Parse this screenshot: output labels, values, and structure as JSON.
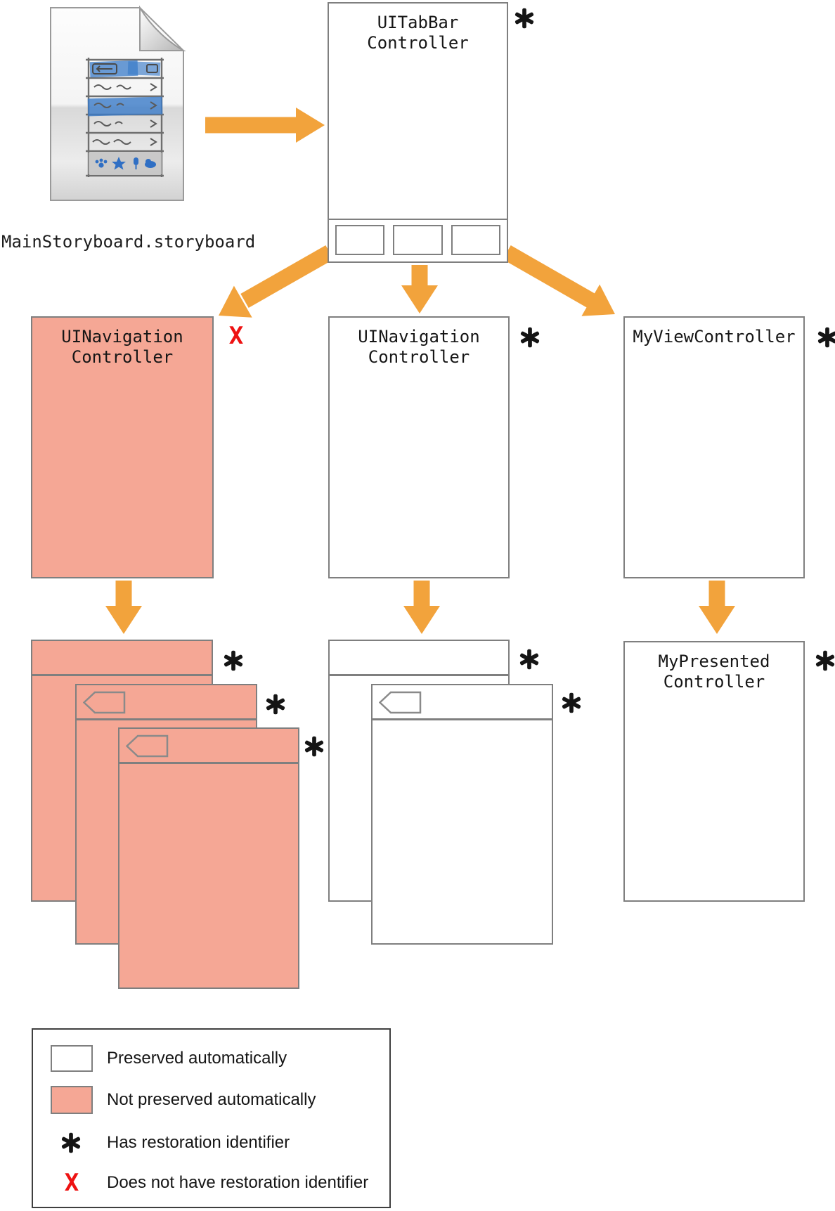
{
  "storyboard": {
    "label": "MainStoryboard.storyboard",
    "icon": "storyboard-document-icon"
  },
  "nodes": {
    "tab_bar_controller": {
      "title": [
        "UITabBar",
        "Controller"
      ],
      "marker": "*"
    },
    "nav_controller_pink": {
      "title": [
        "UINavigation",
        "Controller"
      ],
      "marker": "X"
    },
    "nav_controller_white": {
      "title": [
        "UINavigation",
        "Controller"
      ],
      "marker": "*"
    },
    "my_view_controller": {
      "title": [
        "MyViewController"
      ],
      "marker": "*"
    },
    "my_presented_controller": {
      "title": [
        "MyPresented",
        "Controller"
      ],
      "marker": "*"
    },
    "pink_stack_markers": [
      "*",
      "*",
      "*"
    ],
    "white_stack_markers": [
      "*",
      "*"
    ]
  },
  "markers": {
    "has_restoration": "*",
    "no_restoration": "X"
  },
  "legend": {
    "items": [
      {
        "key": "preserved",
        "swatch": "white-box",
        "label": "Preserved automatically"
      },
      {
        "key": "not_preserved",
        "swatch": "pink-box",
        "label": "Not preserved automatically"
      },
      {
        "key": "has_restoration_id",
        "swatch": "asterisk-icon",
        "label": "Has restoration identifier"
      },
      {
        "key": "no_restoration_id",
        "swatch": "x-icon",
        "label": "Does not have restoration identifier"
      }
    ]
  },
  "colors": {
    "orange": "#F2A33C",
    "pink": "#F5A795",
    "red": "#EE1212",
    "border": "#7F7F7F",
    "ink": "#151515",
    "sketch-blue": "#3A7BC8"
  }
}
